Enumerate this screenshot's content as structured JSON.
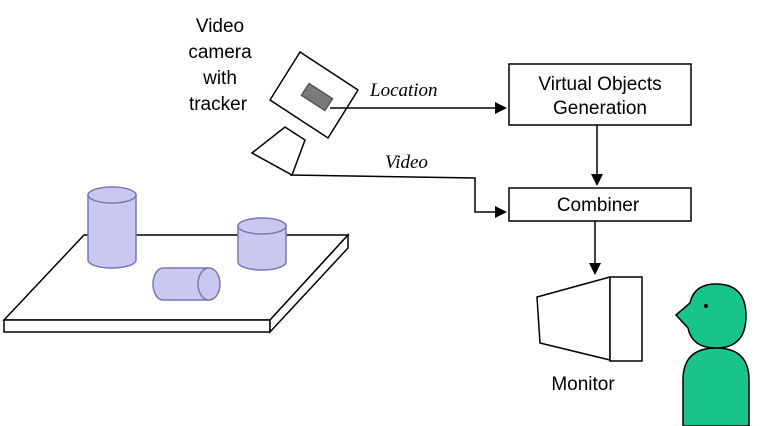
{
  "camera_label": [
    "Video",
    "camera",
    "with",
    "tracker"
  ],
  "edge_labels": {
    "location": "Location",
    "video": "Video"
  },
  "boxes": {
    "virtual_objects": [
      "Virtual Objects",
      "Generation"
    ],
    "combiner": "Combiner"
  },
  "monitor_label": "Monitor",
  "colors": {
    "cylinder_fill": "#c8c8f0",
    "cylinder_stroke": "#7878b4",
    "person_fill": "#19c38c",
    "line": "#000000"
  }
}
